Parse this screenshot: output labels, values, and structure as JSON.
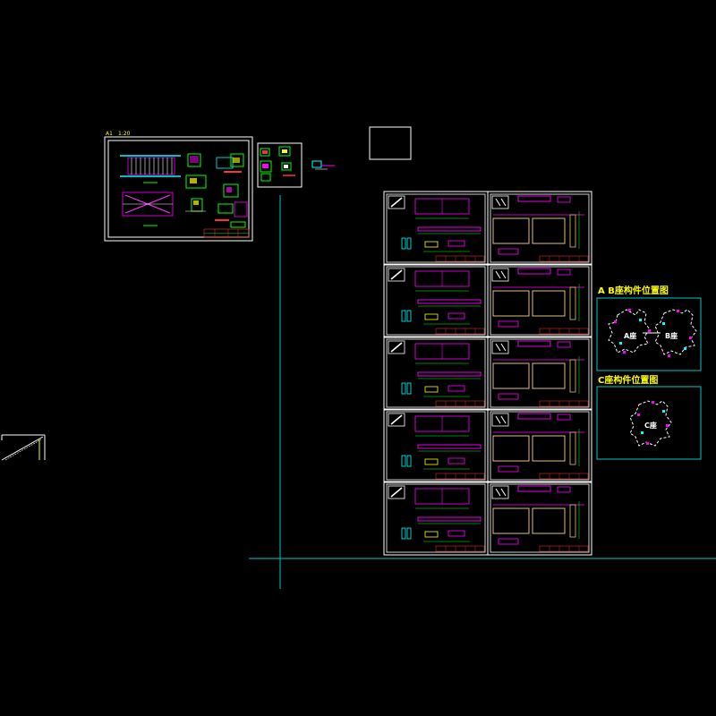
{
  "drawing": {
    "sheet_label_prefix": "A1",
    "sheet_label_scale": "1:20",
    "legend_ab_title": "A B座构件位置图",
    "legend_c_title": "C座构件位置图",
    "block_a_label": "A座",
    "block_b_label": "B座",
    "block_c_label": "C座"
  },
  "colors": {
    "background": "#000000",
    "sheet_frame": "#ffffff",
    "axis_line": "#00c8c8",
    "title_yellow": "#ffff00",
    "magenta": "#ff00ff",
    "cyan": "#00ffff",
    "green": "#00ff00",
    "red": "#ff3030",
    "tan": "#e0c080",
    "white": "#ffffff"
  },
  "sheet_grid": {
    "rows": 5,
    "columns": 2
  }
}
